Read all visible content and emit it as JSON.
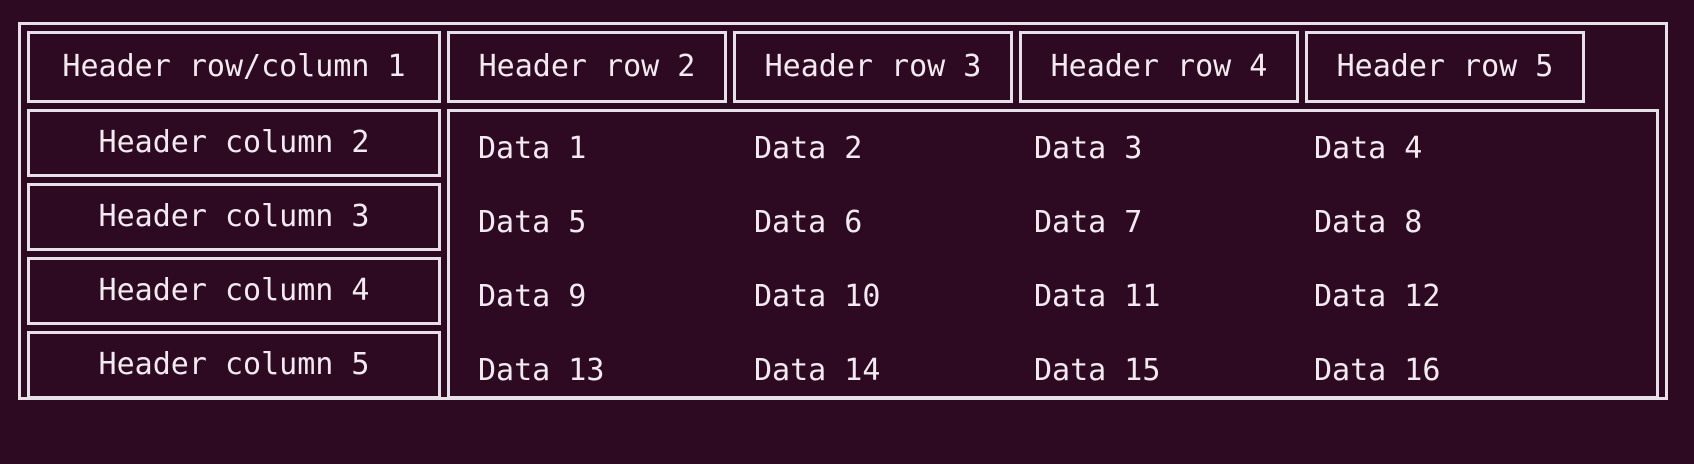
{
  "table": {
    "column_headers": [
      "Header row/column 1",
      "Header row 2",
      "Header row 3",
      "Header row 4",
      "Header row 5"
    ],
    "row_headers": [
      "Header column 2",
      "Header column 3",
      "Header column 4",
      "Header column 5"
    ],
    "rows": [
      [
        "Data 1",
        "Data 2",
        "Data 3",
        "Data 4"
      ],
      [
        "Data 5",
        "Data 6",
        "Data 7",
        "Data 8"
      ],
      [
        "Data 9",
        "Data 10",
        "Data 11",
        "Data 12"
      ],
      [
        "Data 13",
        "Data 14",
        "Data 15",
        "Data 16"
      ]
    ]
  },
  "colors": {
    "background": "#2D0A22",
    "border": "#E8E0E8",
    "text": "#F2EAF0"
  }
}
